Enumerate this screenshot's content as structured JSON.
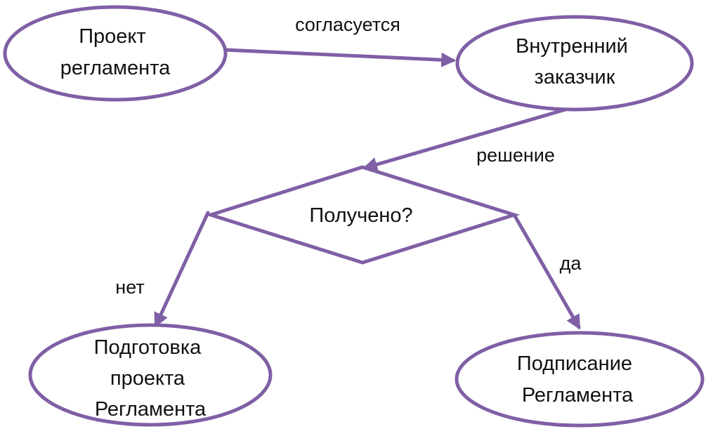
{
  "colors": {
    "stroke": "#7f5fa5",
    "fill": "#ffffff",
    "text": "#111111"
  },
  "nodes": {
    "draft": {
      "lines": [
        "Проект",
        "регламента"
      ]
    },
    "customer": {
      "lines": [
        "Внутренний",
        "заказчик"
      ]
    },
    "decision": {
      "lines": [
        "Получено?"
      ]
    },
    "prepare": {
      "lines": [
        "Подготовка",
        "проекта",
        "Регламента"
      ]
    },
    "sign": {
      "lines": [
        "Подписание",
        "Регламента"
      ]
    }
  },
  "edges": {
    "agree": "согласуется",
    "solution": "решение",
    "no": "нет",
    "yes": "да"
  }
}
